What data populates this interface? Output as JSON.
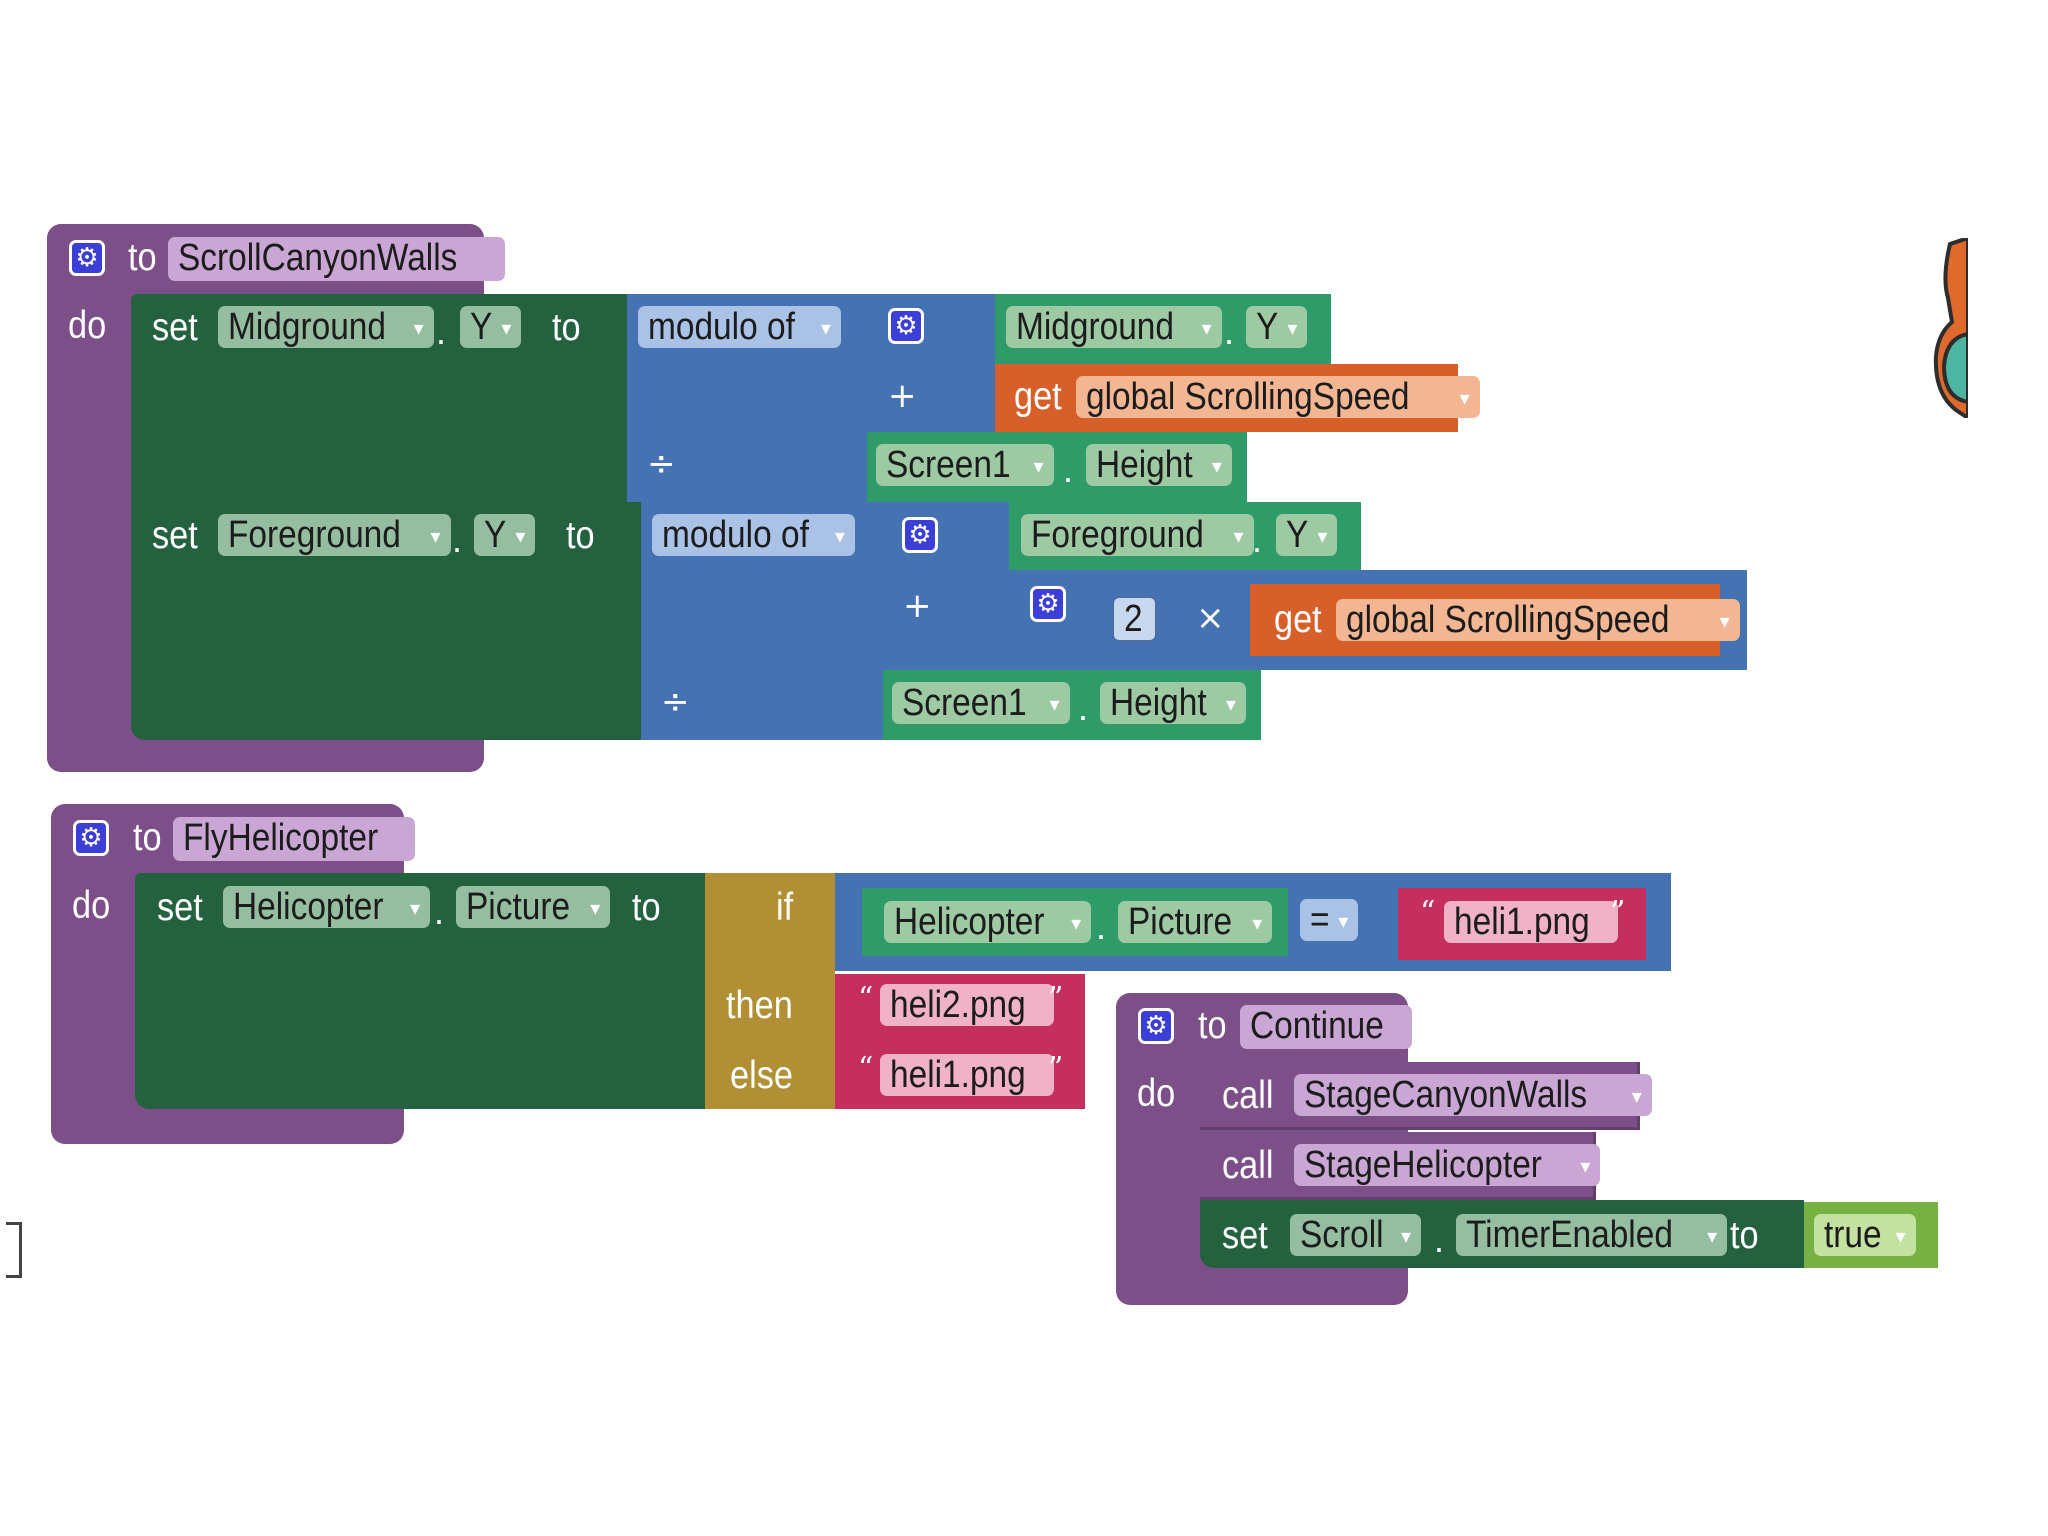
{
  "colors": {
    "procedure": "#7c4f88",
    "setter": "#24623f",
    "math": "#4572b3",
    "control": "#b18f34",
    "text": "#c52f5e",
    "variable_get": "#d65f2a",
    "component": "#2f9b68",
    "logic": "#77b043",
    "gear_icon": "#3c3ed8"
  },
  "icons": {
    "mutator": "gear-icon",
    "dropdown": "chevron-down-icon"
  },
  "procedures": [
    {
      "to_label": "to",
      "name": "ScrollCanyonWalls",
      "do_label": "do",
      "statements": [
        {
          "set_label": "set",
          "component": "Midground",
          "property": "Y",
          "to_label": "to",
          "math_label": "modulo of",
          "sum_terms": [
            {
              "component": "Midground",
              "property": "Y"
            },
            {
              "get_label": "get",
              "variable": "global ScrollingSpeed"
            }
          ],
          "plus_op": "+",
          "divide_op": "÷",
          "divisor": {
            "component": "Screen1",
            "property": "Height"
          }
        },
        {
          "set_label": "set",
          "component": "Foreground",
          "property": "Y",
          "to_label": "to",
          "math_label": "modulo of",
          "sum_terms": [
            {
              "component": "Foreground",
              "property": "Y"
            },
            {
              "number": "2",
              "times_op": "×",
              "get_label": "get",
              "variable": "global ScrollingSpeed"
            }
          ],
          "plus_op": "+",
          "divide_op": "÷",
          "divisor": {
            "component": "Screen1",
            "property": "Height"
          }
        }
      ]
    },
    {
      "to_label": "to",
      "name": "FlyHelicopter",
      "do_label": "do",
      "statement": {
        "set_label": "set",
        "component": "Helicopter",
        "property": "Picture",
        "to_label": "to",
        "if_label": "if",
        "then_label": "then",
        "else_label": "else",
        "condition": {
          "component": "Helicopter",
          "property": "Picture",
          "compare_op": "=",
          "text": "heli1.png"
        },
        "then_text": "heli2.png",
        "else_text": "heli1.png"
      }
    },
    {
      "to_label": "to",
      "name": "Continue",
      "do_label": "do",
      "statements": [
        {
          "call_label": "call",
          "procedure": "StageCanyonWalls"
        },
        {
          "call_label": "call",
          "procedure": "StageHelicopter"
        },
        {
          "set_label": "set",
          "component": "Scroll",
          "property": "TimerEnabled",
          "to_label": "to",
          "value": "true"
        }
      ]
    }
  ],
  "quote_open": "“",
  "quote_close": "”",
  "dot": "."
}
